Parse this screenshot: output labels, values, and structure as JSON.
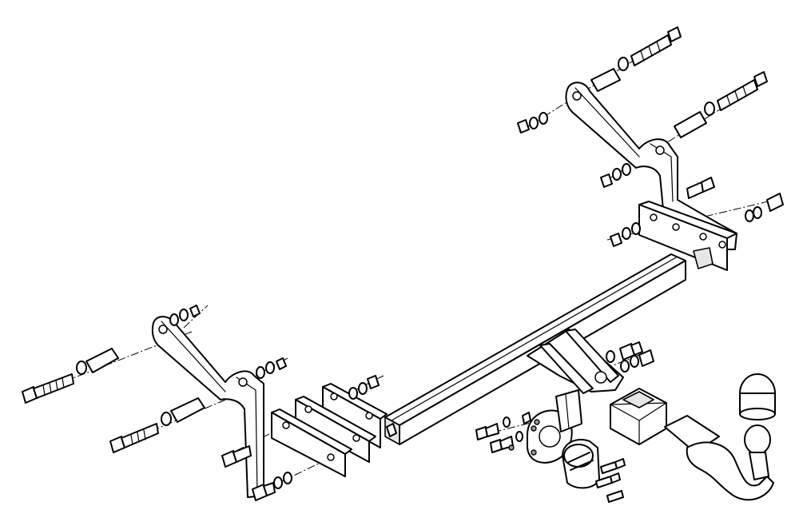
{
  "diagram": {
    "background": "#ffffff",
    "line_color": "#000000",
    "components": [
      "crossbar",
      "left-bracket",
      "right-bracket",
      "spacer-plates",
      "tow-ball-neck",
      "socket-plate",
      "electrical-socket",
      "bolts",
      "washers",
      "nuts"
    ]
  }
}
